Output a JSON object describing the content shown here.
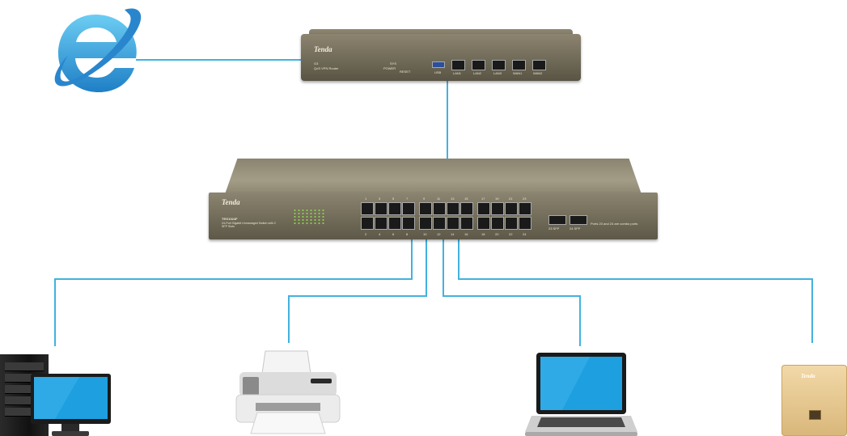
{
  "colors": {
    "link": "#42b2e0",
    "chassis": "#7a735f",
    "brand_text": "#f1ecdc"
  },
  "icons": {
    "internet": "internet-explorer-icon",
    "router": "router-icon",
    "switch": "switch-icon",
    "pc": "desktop-computer-icon",
    "printer": "printer-icon",
    "laptop": "laptop-icon",
    "ap": "wall-access-point-icon"
  },
  "router": {
    "brand": "Tenda",
    "model": "G3",
    "subtitle": "QoS VPN Router",
    "indicators": [
      "SYS",
      "POWER"
    ],
    "reset_label": "RESET",
    "usb_label": "USB",
    "port_labels": [
      "LAN1",
      "LAN2",
      "LAN3",
      "WAN1",
      "WAN2"
    ]
  },
  "switch": {
    "brand": "Tenda",
    "model": "TEG1024F",
    "description": "24-Port Gigabit Unmanaged Switch with 2 SFP Slots",
    "top_port_numbers": [
      "1",
      "3",
      "5",
      "7",
      "9",
      "11",
      "13",
      "15",
      "17",
      "19",
      "21",
      "23"
    ],
    "bottom_port_numbers": [
      "2",
      "4",
      "6",
      "8",
      "10",
      "12",
      "14",
      "16",
      "18",
      "20",
      "22",
      "24"
    ],
    "sfp_labels": [
      "23 SFP",
      "24 SFP"
    ],
    "note": "Ports 23 and 24 are combo ports"
  },
  "ap": {
    "brand": "Tenda"
  }
}
